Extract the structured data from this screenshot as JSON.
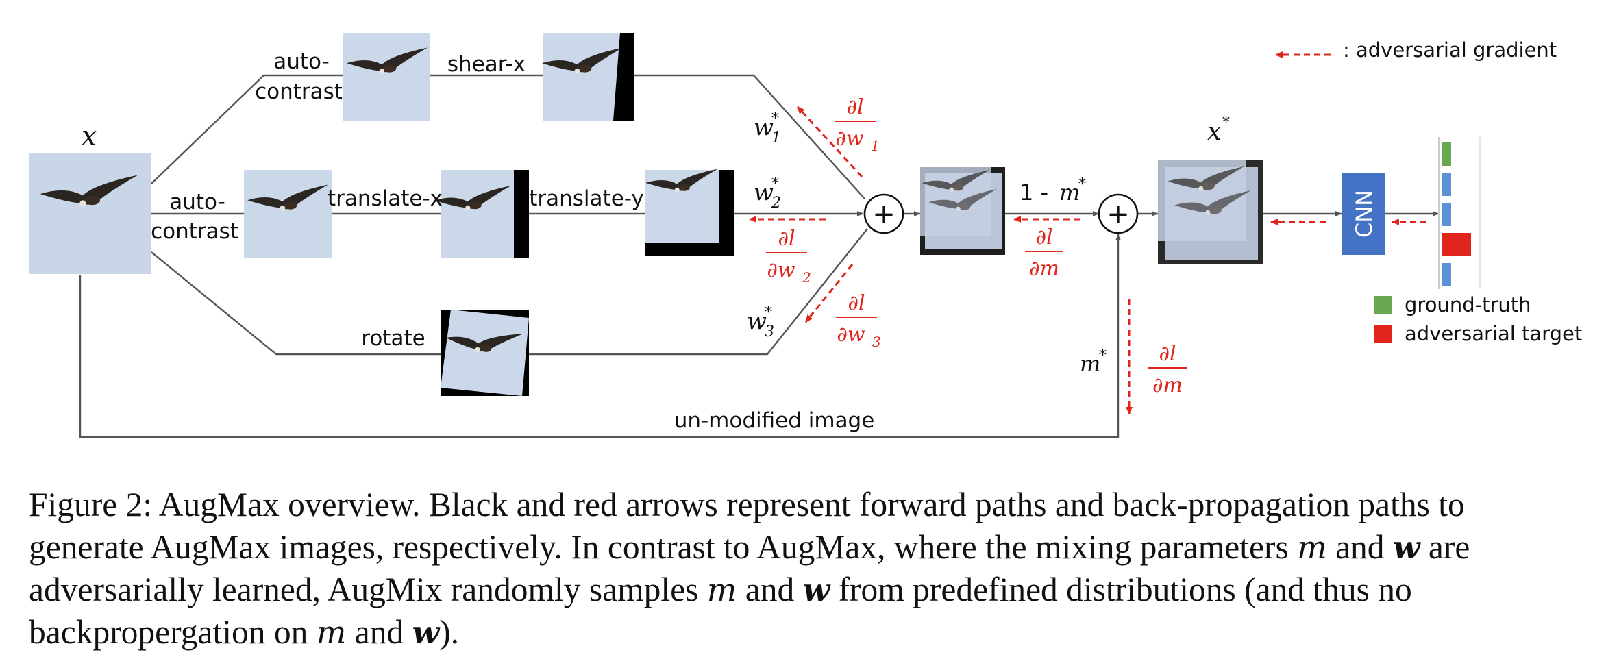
{
  "labels": {
    "x": "x",
    "auto_contrast_top": [
      "auto-",
      "contrast"
    ],
    "shear_x": "shear-x",
    "auto_contrast_mid": [
      "auto-",
      "contrast"
    ],
    "translate_x": "translate-x",
    "translate_y": "translate-y",
    "rotate": "rotate",
    "unmodified": "un-modified image",
    "w1": "w",
    "w1_sub": "1",
    "w2": "w",
    "w2_sub": "2",
    "w3": "w",
    "w3_sub": "3",
    "star": "*",
    "one_minus_m": "1 - ",
    "m": "m",
    "x_star": "x",
    "cnn": "CNN",
    "legend_gradient": ": adversarial gradient",
    "legend_ground_truth": "ground-truth",
    "legend_adv_target": "adversarial target",
    "dl": "∂l",
    "dw": "∂w",
    "dm": "∂m",
    "plus": "+"
  },
  "colors": {
    "red": "#e0261c",
    "green": "#6aa84f",
    "blue": "#5b8fd6",
    "cnn_blue": "#4472c4",
    "sky": "#c9d6e8",
    "line": "#555555"
  },
  "bars": [
    {
      "color": "green",
      "level": 0.3
    },
    {
      "color": "blue",
      "level": 0.3
    },
    {
      "color": "blue",
      "level": 0.3
    },
    {
      "color": "red",
      "level": 0.9
    },
    {
      "color": "blue",
      "level": 0.3
    }
  ],
  "caption": {
    "p1": "Figure 2: AugMax overview. Black and red arrows represent forward paths and back-propagation paths to generate AugMax images, respectively. In contrast to AugMax, where the mixing parameters ",
    "m1": "m",
    "and1": " and ",
    "w1": "w",
    "p2": " are adversarially learned, AugMix randomly samples ",
    "m2": "m",
    "and2": " and ",
    "w2": "w",
    "p3": " from predefined distributions (and thus no backpropergation on ",
    "m3": "m",
    "and3": " and ",
    "w3": "w",
    "p4": ")."
  }
}
